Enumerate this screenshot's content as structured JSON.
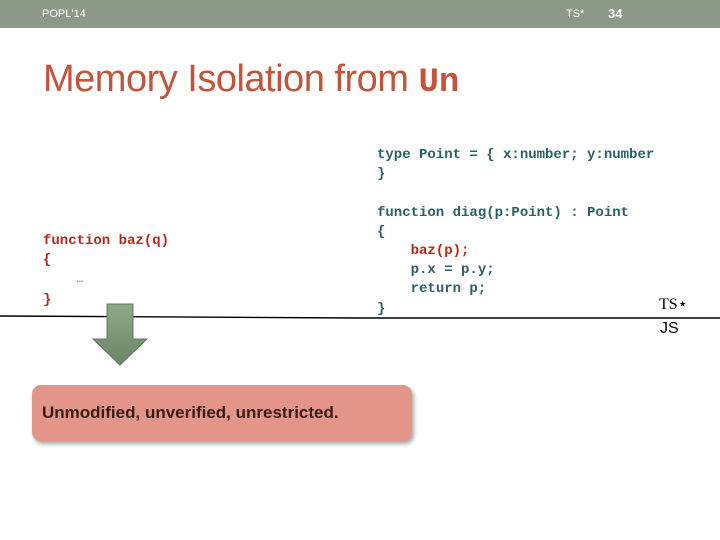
{
  "header": {
    "conference": "POPL'14",
    "footer": "TS*",
    "page_number": "34"
  },
  "title": {
    "text": "Memory Isolation from ",
    "code": "Un"
  },
  "left_code": {
    "lines": [
      "function baz(q)",
      "{",
      "…",
      "}"
    ]
  },
  "right_code": {
    "lines": [
      "type Point = { x:number; y:number",
      "}",
      "",
      "function diag(p:Point) : Point",
      "{",
      "baz(p);",
      "p.x = p.y;",
      "return p;",
      "}"
    ]
  },
  "labels": {
    "ts": "TS⋆",
    "js": "JS"
  },
  "callout": {
    "text": "Unmodified, unverified, unrestricted."
  },
  "colors": {
    "header_bar": "#8a9a86",
    "title": "#c0543c",
    "code_red": "#b3291a",
    "code_teal": "#2a5f63",
    "callout_fill": "#e39589",
    "arrow": "#7a9576"
  },
  "icons": {
    "arrow": "down-arrow-icon"
  }
}
